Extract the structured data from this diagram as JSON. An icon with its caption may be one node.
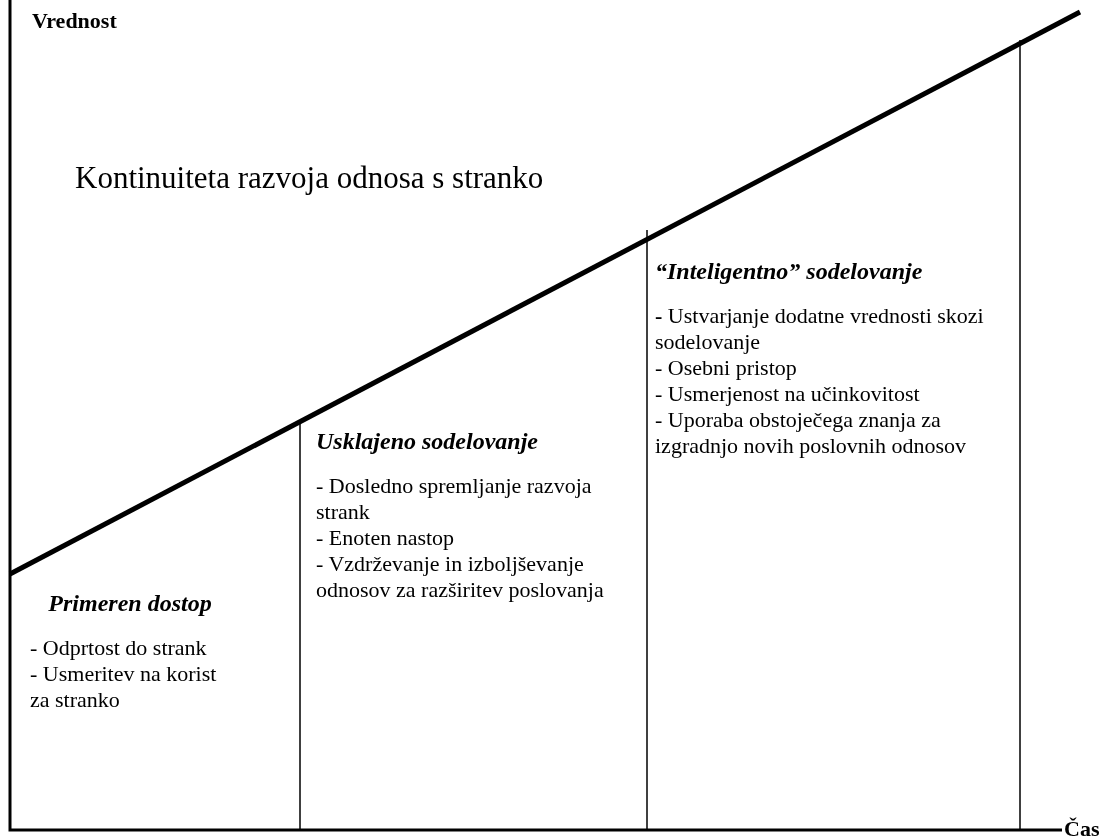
{
  "diagram": {
    "nodes": [
      {
        "text": [
          "Primeren dostop",
          "- Odprtost do strank",
          "- Usmeritev na korist za stranko"
        ]
      },
      {
        "text": [
          "Usklajeno sodelovanje",
          "- Dosledno spremljanje razvoja strank",
          "- Enoten nastop",
          "- Vzdrževanje in izboljševanje odnosov za razširitev poslovanja"
        ]
      },
      {
        "text": [
          "“Inteligentno” sodelovanje",
          "**-** Ustvarjanje dodatne vrednosti skozi sodelovanje",
          "- Osebni pristop",
          "- Usmerjenost na učinkovitost",
          "- Uporaba obstoječega znanja za izgradnjo novih poslovnih odnosov"
        ]
      }
    ],
    "edges": [],
    "labels": [
      "Vrednost",
      "Kontinuiteta razvoja odnosa s stranko",
      "Čas"
    ]
  }
}
